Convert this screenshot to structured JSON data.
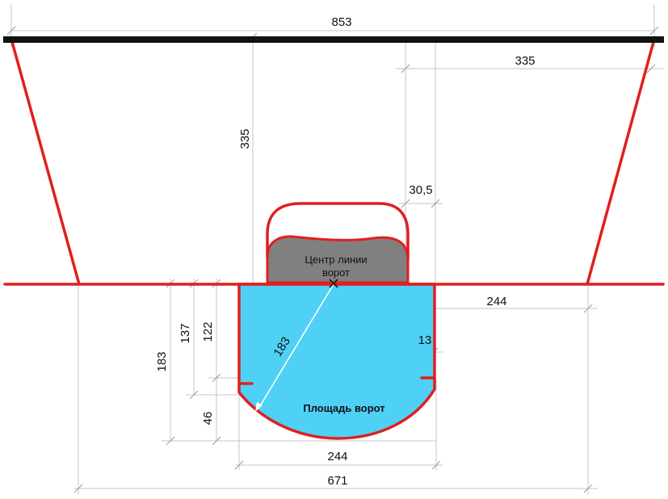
{
  "colors": {
    "outline": "#e01f1f",
    "board": "#111111",
    "crease_fill": "#4fd0f5",
    "goal_fill": "#808080",
    "dimension_line": "#c4c4c4"
  },
  "labels": {
    "goal_center": [
      "Центр линии",
      "ворот"
    ],
    "goal_crease": "Площадь ворот"
  },
  "dimensions": {
    "total_width": "853",
    "end_distance": "335",
    "vertical_335": "335",
    "net_depth": "30,5",
    "post_offset": "244",
    "crease_radius": "183",
    "hash_length": "13",
    "depth_183": "183",
    "depth_137": "137",
    "depth_122": "122",
    "depth_46": "46",
    "crease_width": "244",
    "base_width": "671"
  }
}
